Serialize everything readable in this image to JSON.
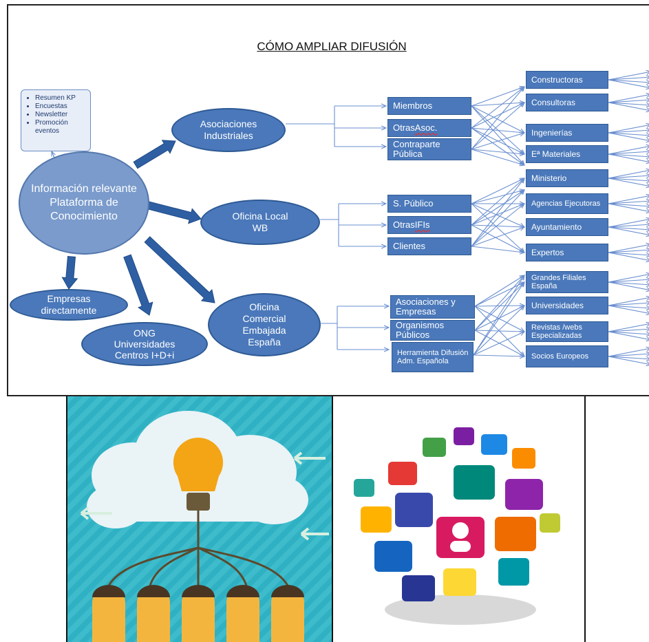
{
  "title": "CÓMO AMPLIAR DIFUSIÓN",
  "callout": {
    "items": [
      "Resumen KP",
      "Encuestas",
      "Newsletter",
      "Promoción eventos"
    ]
  },
  "central": "Información relevante Plataforma de Conocimiento",
  "hubs": {
    "asociaciones": "Asociaciones Industriales",
    "oficina_local": "Oficina Local WB",
    "oficina_comercial": "Oficina Comercial Embajada España",
    "empresas": "Empresas directamente",
    "ong": "ONG Universidades Centros I+D+i"
  },
  "channels": {
    "miembros": "Miembros",
    "otras_asoc_prefix": "Otras ",
    "otras_asoc_word": "Asoc.",
    "contraparte": "Contraparte Pública",
    "s_publico": "S. Público",
    "otras_ifis_prefix": "Otras ",
    "otras_ifis_word": "IFIs",
    "clientes": "Clientes",
    "asoc_empresas": "Asociaciones y Empresas",
    "organismos": "Organismos Públicos",
    "herramienta": "Herramienta Difusión Adm. Española"
  },
  "targets": {
    "constructoras": "Constructoras",
    "consultoras": "Consultoras",
    "ingenierias": "Ingenierías",
    "materiales": "Eª Materiales",
    "ministerio": "Ministerio",
    "agencias": "Agencias Ejecutoras",
    "ayuntamiento": "Ayuntamiento",
    "expertos": "Expertos",
    "grandes_filiales": "Grandes Filiales España",
    "universidades": "Universidades",
    "revistas": "Revistas /webs Especializadas",
    "socios": "Socios Europeos"
  },
  "colors": {
    "box_fill": "#4a78ba",
    "central_fill": "#7a9bcc",
    "arrow": "#4a78ba",
    "connector": "#6a8fd0"
  }
}
